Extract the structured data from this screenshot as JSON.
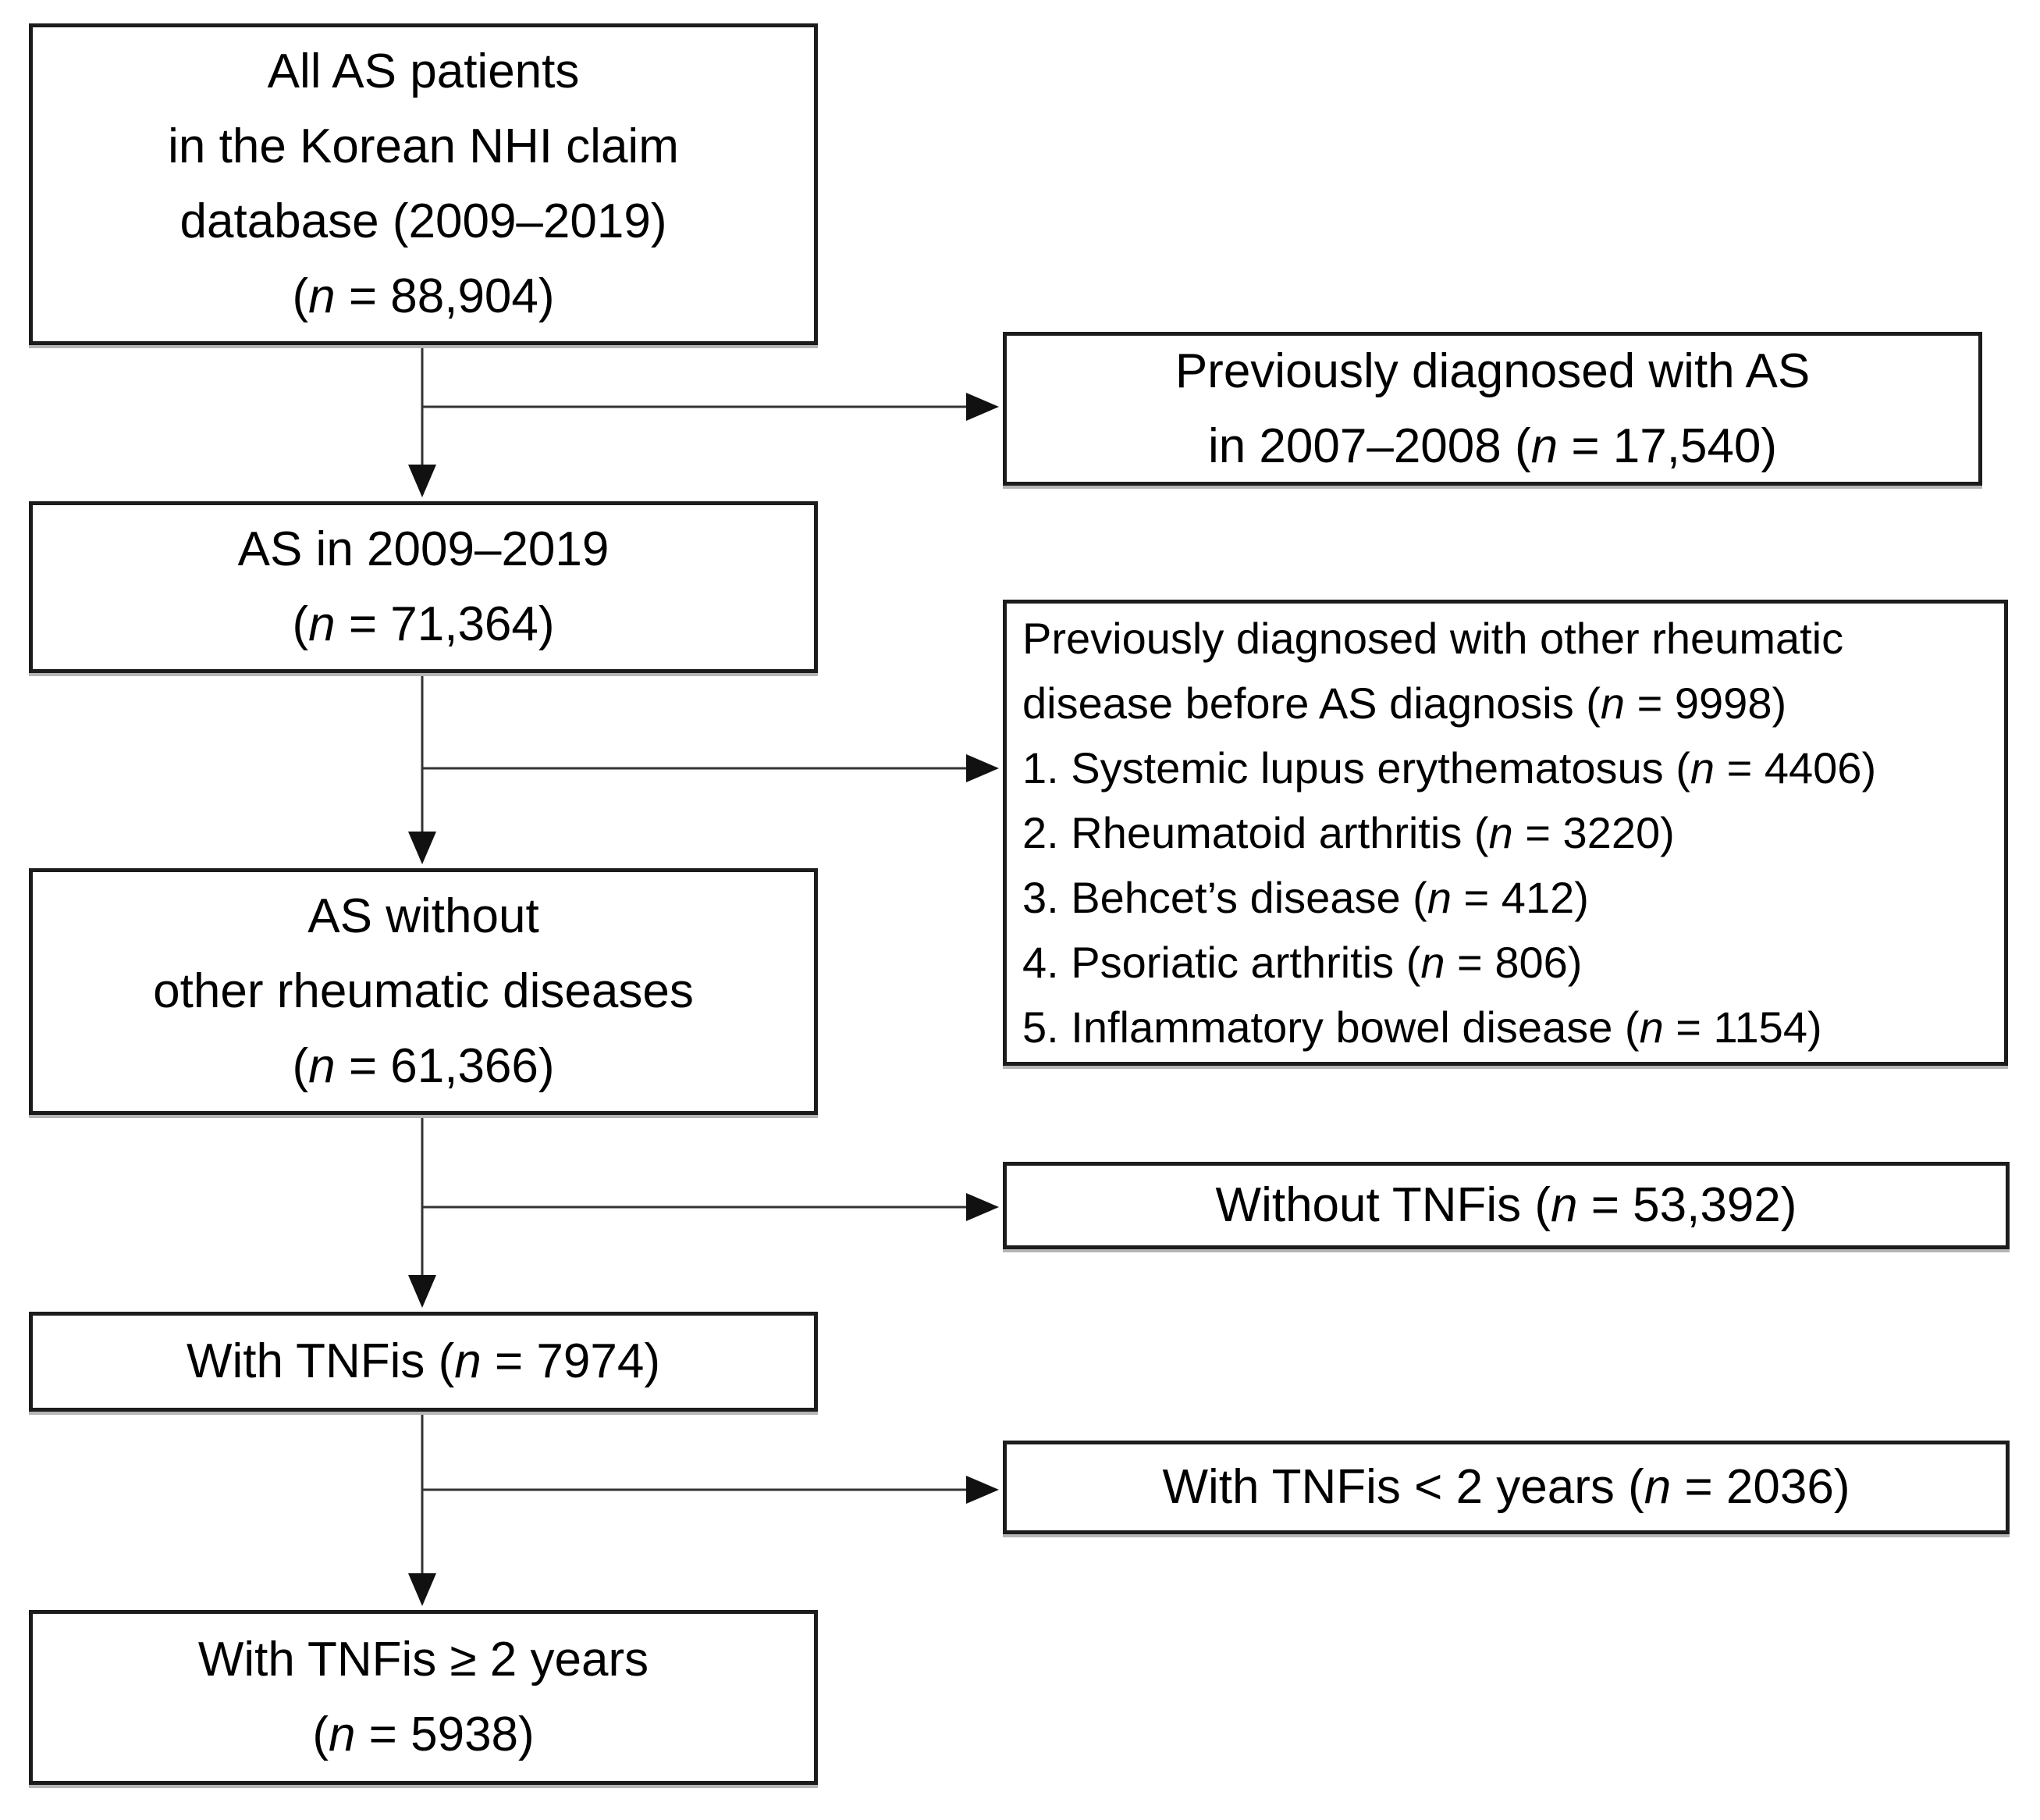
{
  "figure_type": "patient-flow-diagram",
  "colors": {
    "background": "#ffffff",
    "box_border": "#1c1c1c",
    "text": "#000000",
    "connector": "#333333",
    "arrowhead": "#111111"
  },
  "boxes": [
    {
      "id": "all-as-patients",
      "lines": [
        [
          {
            "t": "All AS patients"
          }
        ],
        [
          {
            "t": "in the Korean NHI claim"
          }
        ],
        [
          {
            "t": "database (2009–2019)"
          }
        ],
        [
          {
            "t": "("
          },
          {
            "t": "n",
            "i": true
          },
          {
            "t": " = 88,904)"
          }
        ]
      ]
    },
    {
      "id": "excluded-prior-as",
      "lines": [
        [
          {
            "t": "Previously diagnosed with AS"
          }
        ],
        [
          {
            "t": "in 2007–2008 ("
          },
          {
            "t": "n",
            "i": true
          },
          {
            "t": " = 17,540)"
          }
        ]
      ]
    },
    {
      "id": "as-2009-2019",
      "lines": [
        [
          {
            "t": "AS in 2009–2019"
          }
        ],
        [
          {
            "t": "("
          },
          {
            "t": "n",
            "i": true
          },
          {
            "t": " = 71,364)"
          }
        ]
      ]
    },
    {
      "id": "excluded-other-rheumatic",
      "lines": [
        [
          {
            "t": "Previously diagnosed with other rheumatic"
          }
        ],
        [
          {
            "t": "disease before AS diagnosis ("
          },
          {
            "t": "n",
            "i": true
          },
          {
            "t": " = 9998)"
          }
        ],
        [
          {
            "t": "1. Systemic lupus erythematosus ("
          },
          {
            "t": "n",
            "i": true
          },
          {
            "t": " = 4406)"
          }
        ],
        [
          {
            "t": "2. Rheumatoid arthritis ("
          },
          {
            "t": "n",
            "i": true
          },
          {
            "t": " = 3220)"
          }
        ],
        [
          {
            "t": "3. Behcet’s disease ("
          },
          {
            "t": "n",
            "i": true
          },
          {
            "t": " = 412)"
          }
        ],
        [
          {
            "t": "4. Psoriatic arthritis ("
          },
          {
            "t": "n",
            "i": true
          },
          {
            "t": " = 806)"
          }
        ],
        [
          {
            "t": "5. Inflammatory bowel disease ("
          },
          {
            "t": "n",
            "i": true
          },
          {
            "t": " = 1154)"
          }
        ]
      ]
    },
    {
      "id": "as-without-other-rheumatic",
      "lines": [
        [
          {
            "t": "AS without"
          }
        ],
        [
          {
            "t": "other rheumatic diseases"
          }
        ],
        [
          {
            "t": "("
          },
          {
            "t": "n",
            "i": true
          },
          {
            "t": " = 61,366)"
          }
        ]
      ]
    },
    {
      "id": "without-tnfis",
      "lines": [
        [
          {
            "t": "Without TNFis ("
          },
          {
            "t": "n",
            "i": true
          },
          {
            "t": " = 53,392)"
          }
        ]
      ]
    },
    {
      "id": "with-tnfis",
      "lines": [
        [
          {
            "t": "With TNFis ("
          },
          {
            "t": "n",
            "i": true
          },
          {
            "t": " = 7974)"
          }
        ]
      ]
    },
    {
      "id": "with-tnfis-lt-2y",
      "lines": [
        [
          {
            "t": "With TNFis < 2 years ("
          },
          {
            "t": "n",
            "i": true
          },
          {
            "t": " = 2036)"
          }
        ]
      ]
    },
    {
      "id": "with-tnfis-ge-2y",
      "lines": [
        [
          {
            "t": "With TNFis ≥ 2 years"
          }
        ],
        [
          {
            "t": "("
          },
          {
            "t": "n",
            "i": true
          },
          {
            "t": " = 5938)"
          }
        ]
      ]
    }
  ]
}
